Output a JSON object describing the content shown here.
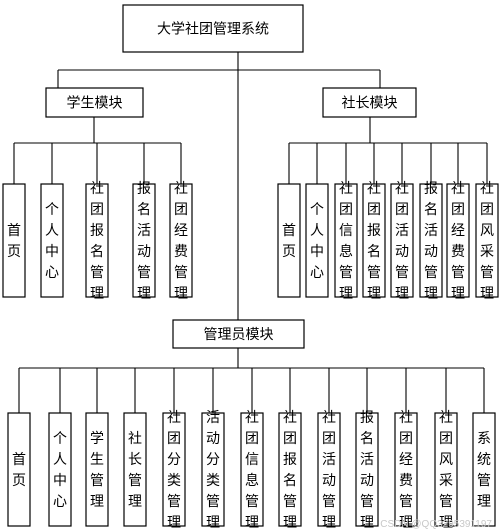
{
  "root": {
    "label": "大学社团管理系统"
  },
  "student": {
    "label": "学生模块",
    "children": [
      "首页",
      "个人中心",
      "社团报名管理",
      "报名活动管理",
      "社团经费管理"
    ]
  },
  "president": {
    "label": "社长模块",
    "children": [
      "首页",
      "个人中心",
      "社团信息管理",
      "社团报名管理",
      "社团活动管理",
      "报名活动管理",
      "社团经费管理",
      "社团风采管理"
    ]
  },
  "admin": {
    "label": "管理员模块",
    "children": [
      "首页",
      "个人中心",
      "学生管理",
      "社长管理",
      "社团分类管理",
      "活动分类管理",
      "社团信息管理",
      "社团报名管理",
      "社团活动管理",
      "报名活动管理",
      "社团经费管理",
      "社团风采管理",
      "系统管理"
    ]
  },
  "watermark": "CSDN @QQ3295391197"
}
